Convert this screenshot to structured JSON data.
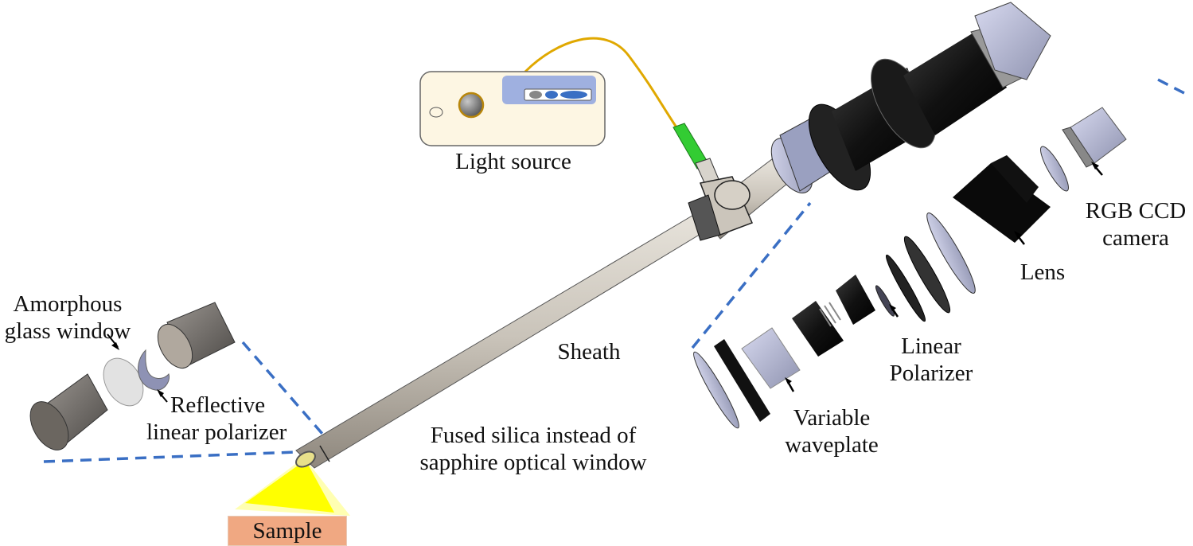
{
  "figure": {
    "description": "Exploded-view schematic of a polarimetric rigid endoscope",
    "colors": {
      "dashed_guide": "#3a6fc4",
      "light_cone": "#ffff33",
      "sample": "#f0a882",
      "fiber": "#e0a800",
      "fiber_connector": "#33cc33",
      "sheath": "#c8c2b8",
      "light_source_body": "#fdf6e3",
      "light_source_panel": "#9fb0e0"
    }
  },
  "labels": {
    "light_source": "Light source",
    "amorphous_glass_window_line1": "Amorphous",
    "amorphous_glass_window_line2": "glass window",
    "reflective_polarizer_line1": "Reflective",
    "reflective_polarizer_line2": "linear polarizer",
    "sheath": "Sheath",
    "fused_silica_line1": "Fused silica instead of",
    "fused_silica_line2": "sapphire optical window",
    "sample": "Sample",
    "linear_polarizer_line1": "Linear",
    "linear_polarizer_line2": "Polarizer",
    "variable_waveplate_line1": "Variable",
    "variable_waveplate_line2": "waveplate",
    "lens": "Lens",
    "rgb_ccd_line1": "RGB CCD",
    "rgb_ccd_line2": "camera"
  }
}
